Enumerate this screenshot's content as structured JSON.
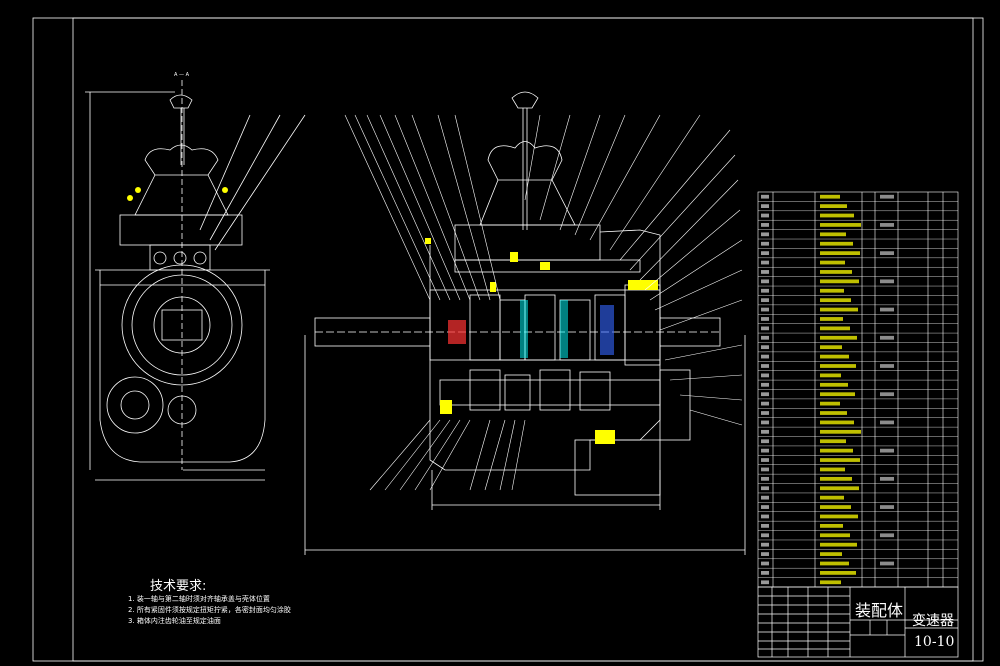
{
  "drawing": {
    "section_mark": "A — A",
    "technical_requirements": {
      "title": "技术要求:",
      "notes": [
        "1. 装一轴与第二轴时须对齐轴承盖与壳体位置",
        "2. 所有紧固件须按规定扭矩拧紧，各密封面均匀涂胶",
        "3. 箱体内注齿轮油至规定油面"
      ]
    },
    "title_block": {
      "drawing_name": "装配体",
      "part_name": "变速器",
      "drawing_code": "10-10"
    }
  },
  "colors": {
    "background": "#000000",
    "line": "#ffffff",
    "accent_yellow": "#ffff00",
    "accent_cyan": "#00ffff",
    "accent_red": "#ff3b3b",
    "accent_blue": "#3b6bff"
  }
}
